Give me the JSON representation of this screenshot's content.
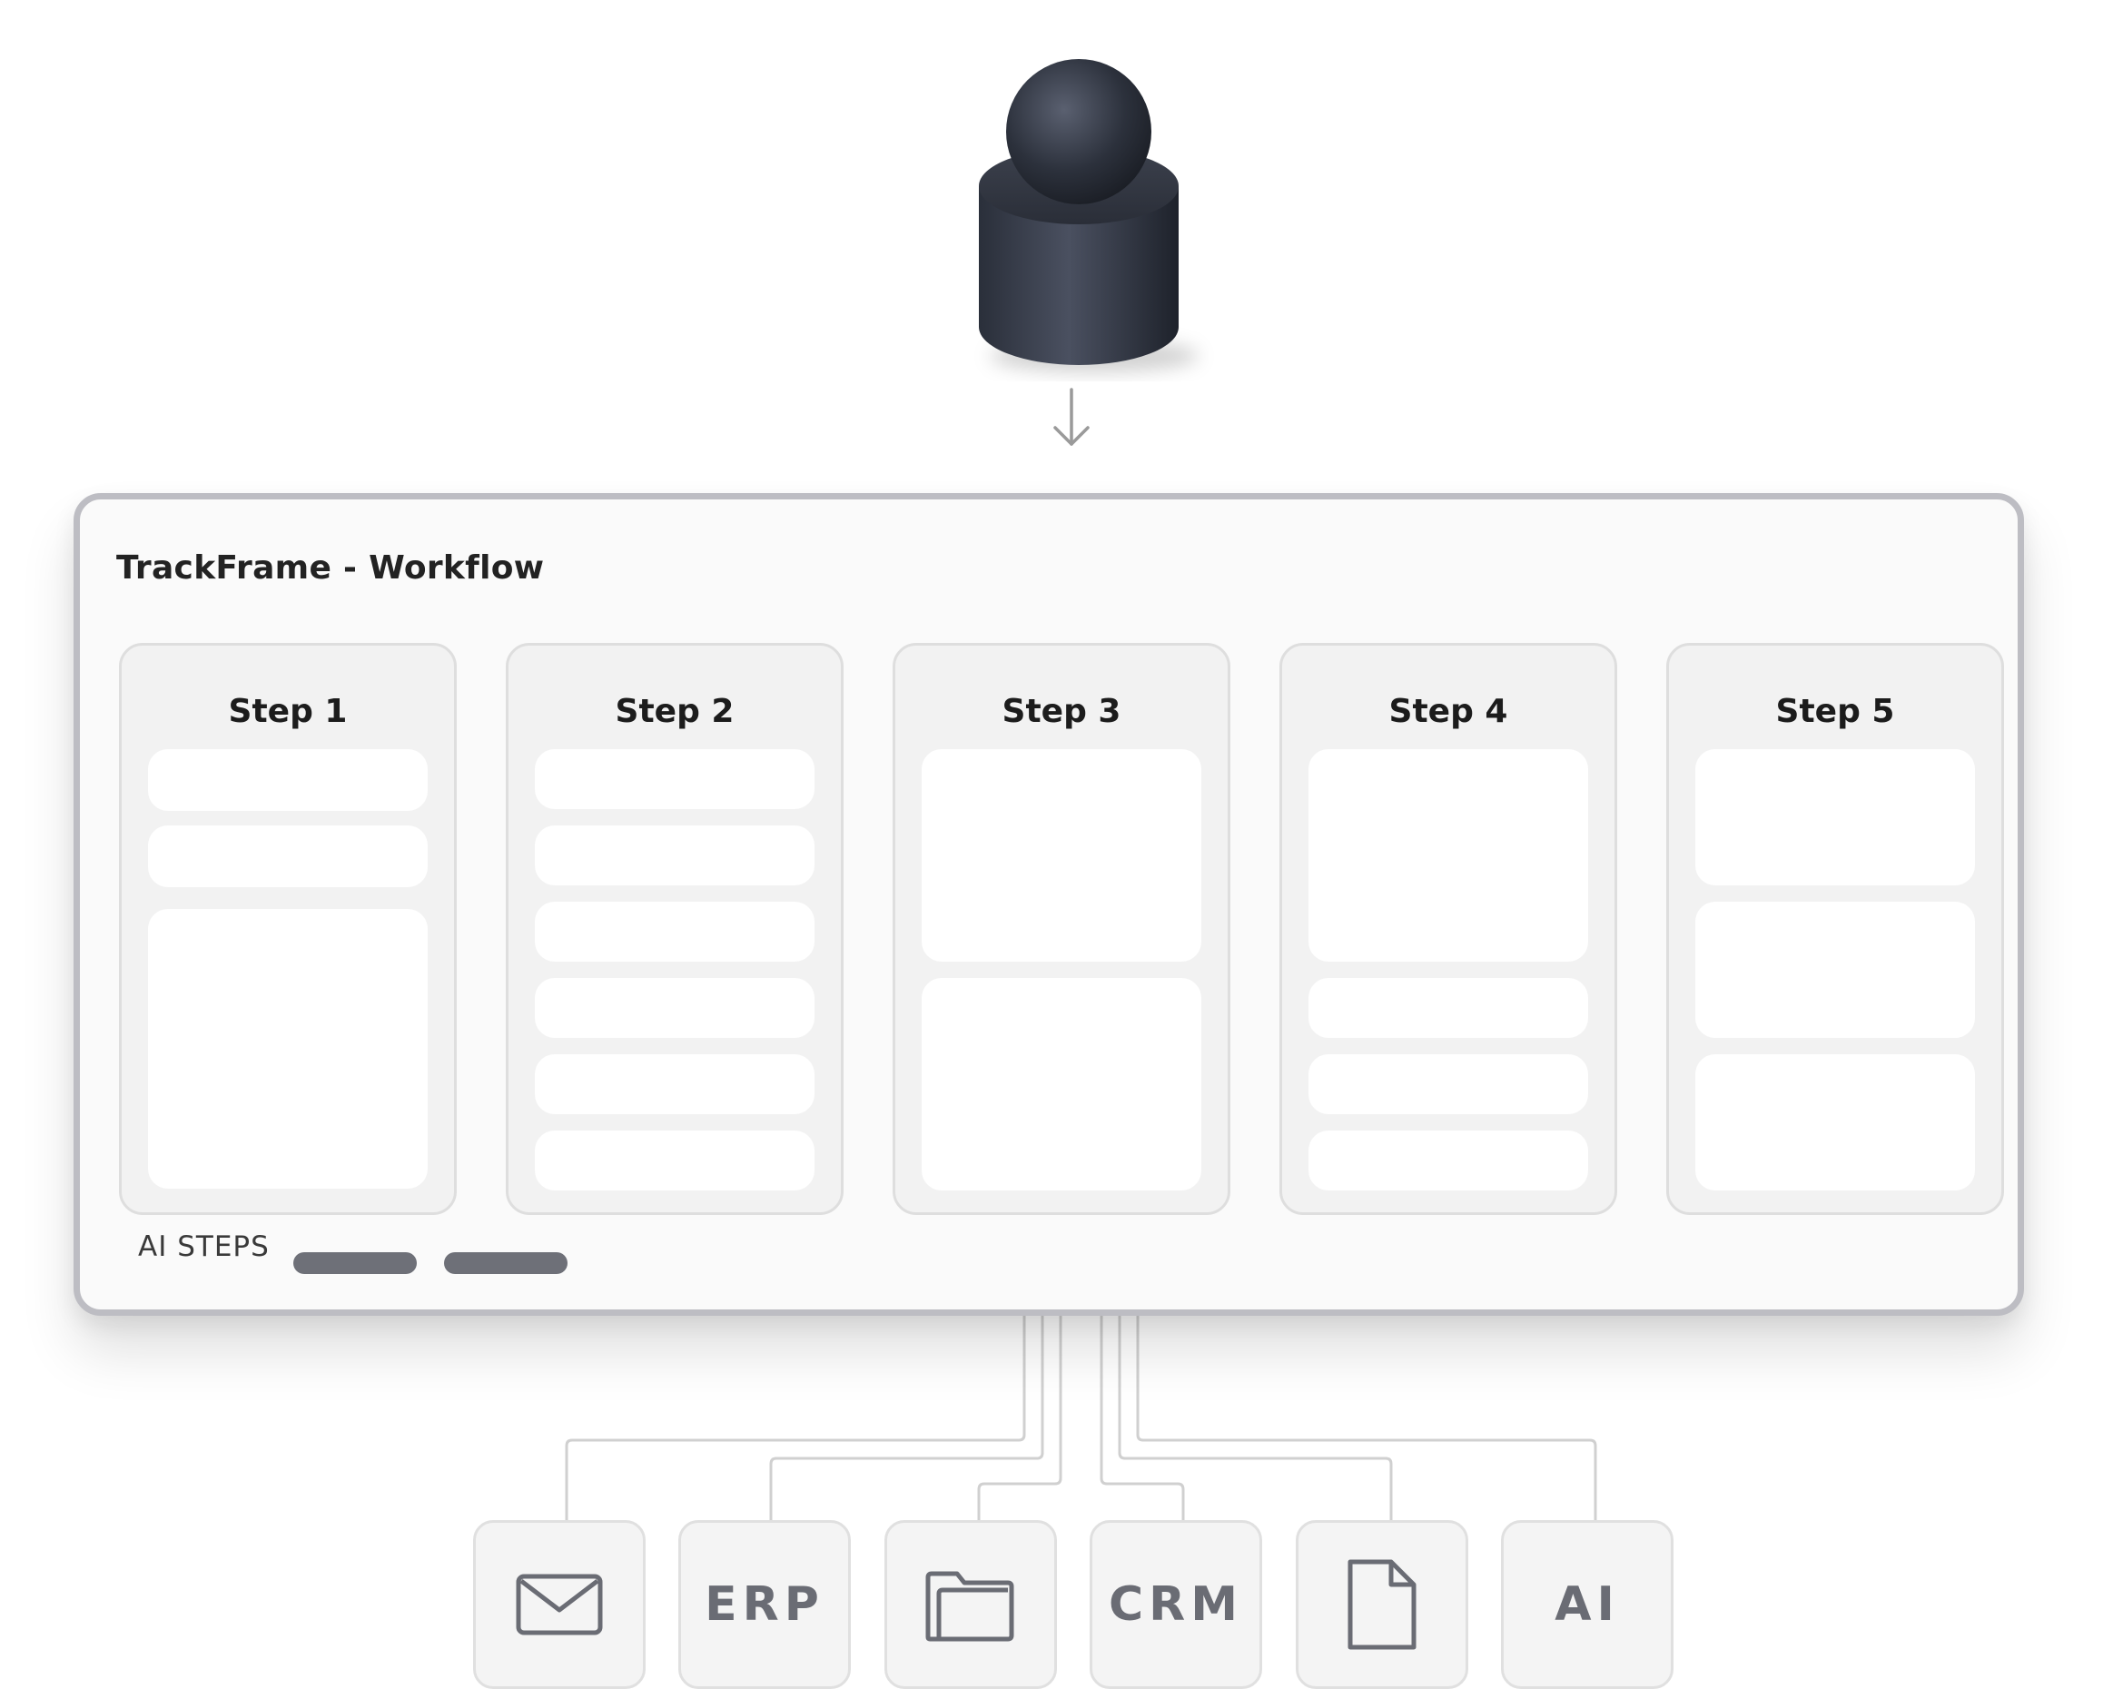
{
  "window": {
    "title": "TrackFrame - Workflow"
  },
  "steps": [
    {
      "label": "Step 1"
    },
    {
      "label": "Step 2"
    },
    {
      "label": "Step 3"
    },
    {
      "label": "Step 4"
    },
    {
      "label": "Step 5"
    }
  ],
  "ai_steps": {
    "label": "AI STEPS"
  },
  "integrations": [
    {
      "icon": "envelope-icon",
      "text": ""
    },
    {
      "icon": "",
      "text": "ERP"
    },
    {
      "icon": "folder-icon",
      "text": ""
    },
    {
      "icon": "",
      "text": "CRM"
    },
    {
      "icon": "document-icon",
      "text": ""
    },
    {
      "icon": "",
      "text": "AI"
    }
  ]
}
